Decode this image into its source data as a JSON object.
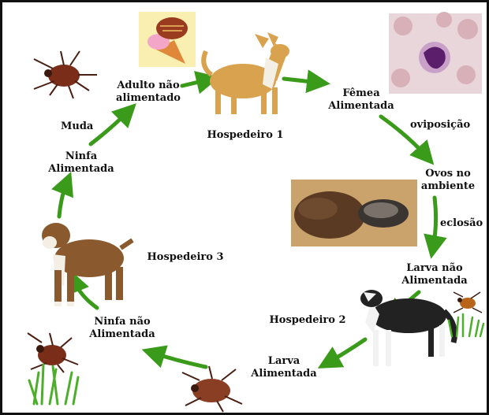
{
  "stages": {
    "adult_unfed": "Adulto não\nalimentado",
    "female_fed": "Fêmea\nAlimentada",
    "eggs": "Ovos no\nambiente",
    "larva_unfed": "Larva não\nAlimentada",
    "larva_fed": "Larva\nAlimentada",
    "nymph_unfed": "Ninfa não\nAlimentada",
    "nymph_fed": "Ninfa\nAlimentada"
  },
  "hosts": {
    "host1": "Hospedeiro 1",
    "host2": "Hospedeiro 2",
    "host3": "Hospedeiro 3"
  },
  "transitions": {
    "oviposition": "oviposição",
    "hatching": "eclosão",
    "molt": "Muda"
  },
  "colors": {
    "arrow": "#3a9a1a",
    "tick_body": "#7a2e1a",
    "grass": "#4caf2a",
    "dog1_fur": "#d9a24e",
    "dog3_fur": "#8a5a2e",
    "blood_cell": "#d8b0b8",
    "eggs": "#5a3a22"
  },
  "icons": [
    "tick-icon",
    "dog-icon",
    "grass-icon",
    "ice-cream-icon",
    "blood-cell-icon",
    "egg-mass-icon"
  ]
}
